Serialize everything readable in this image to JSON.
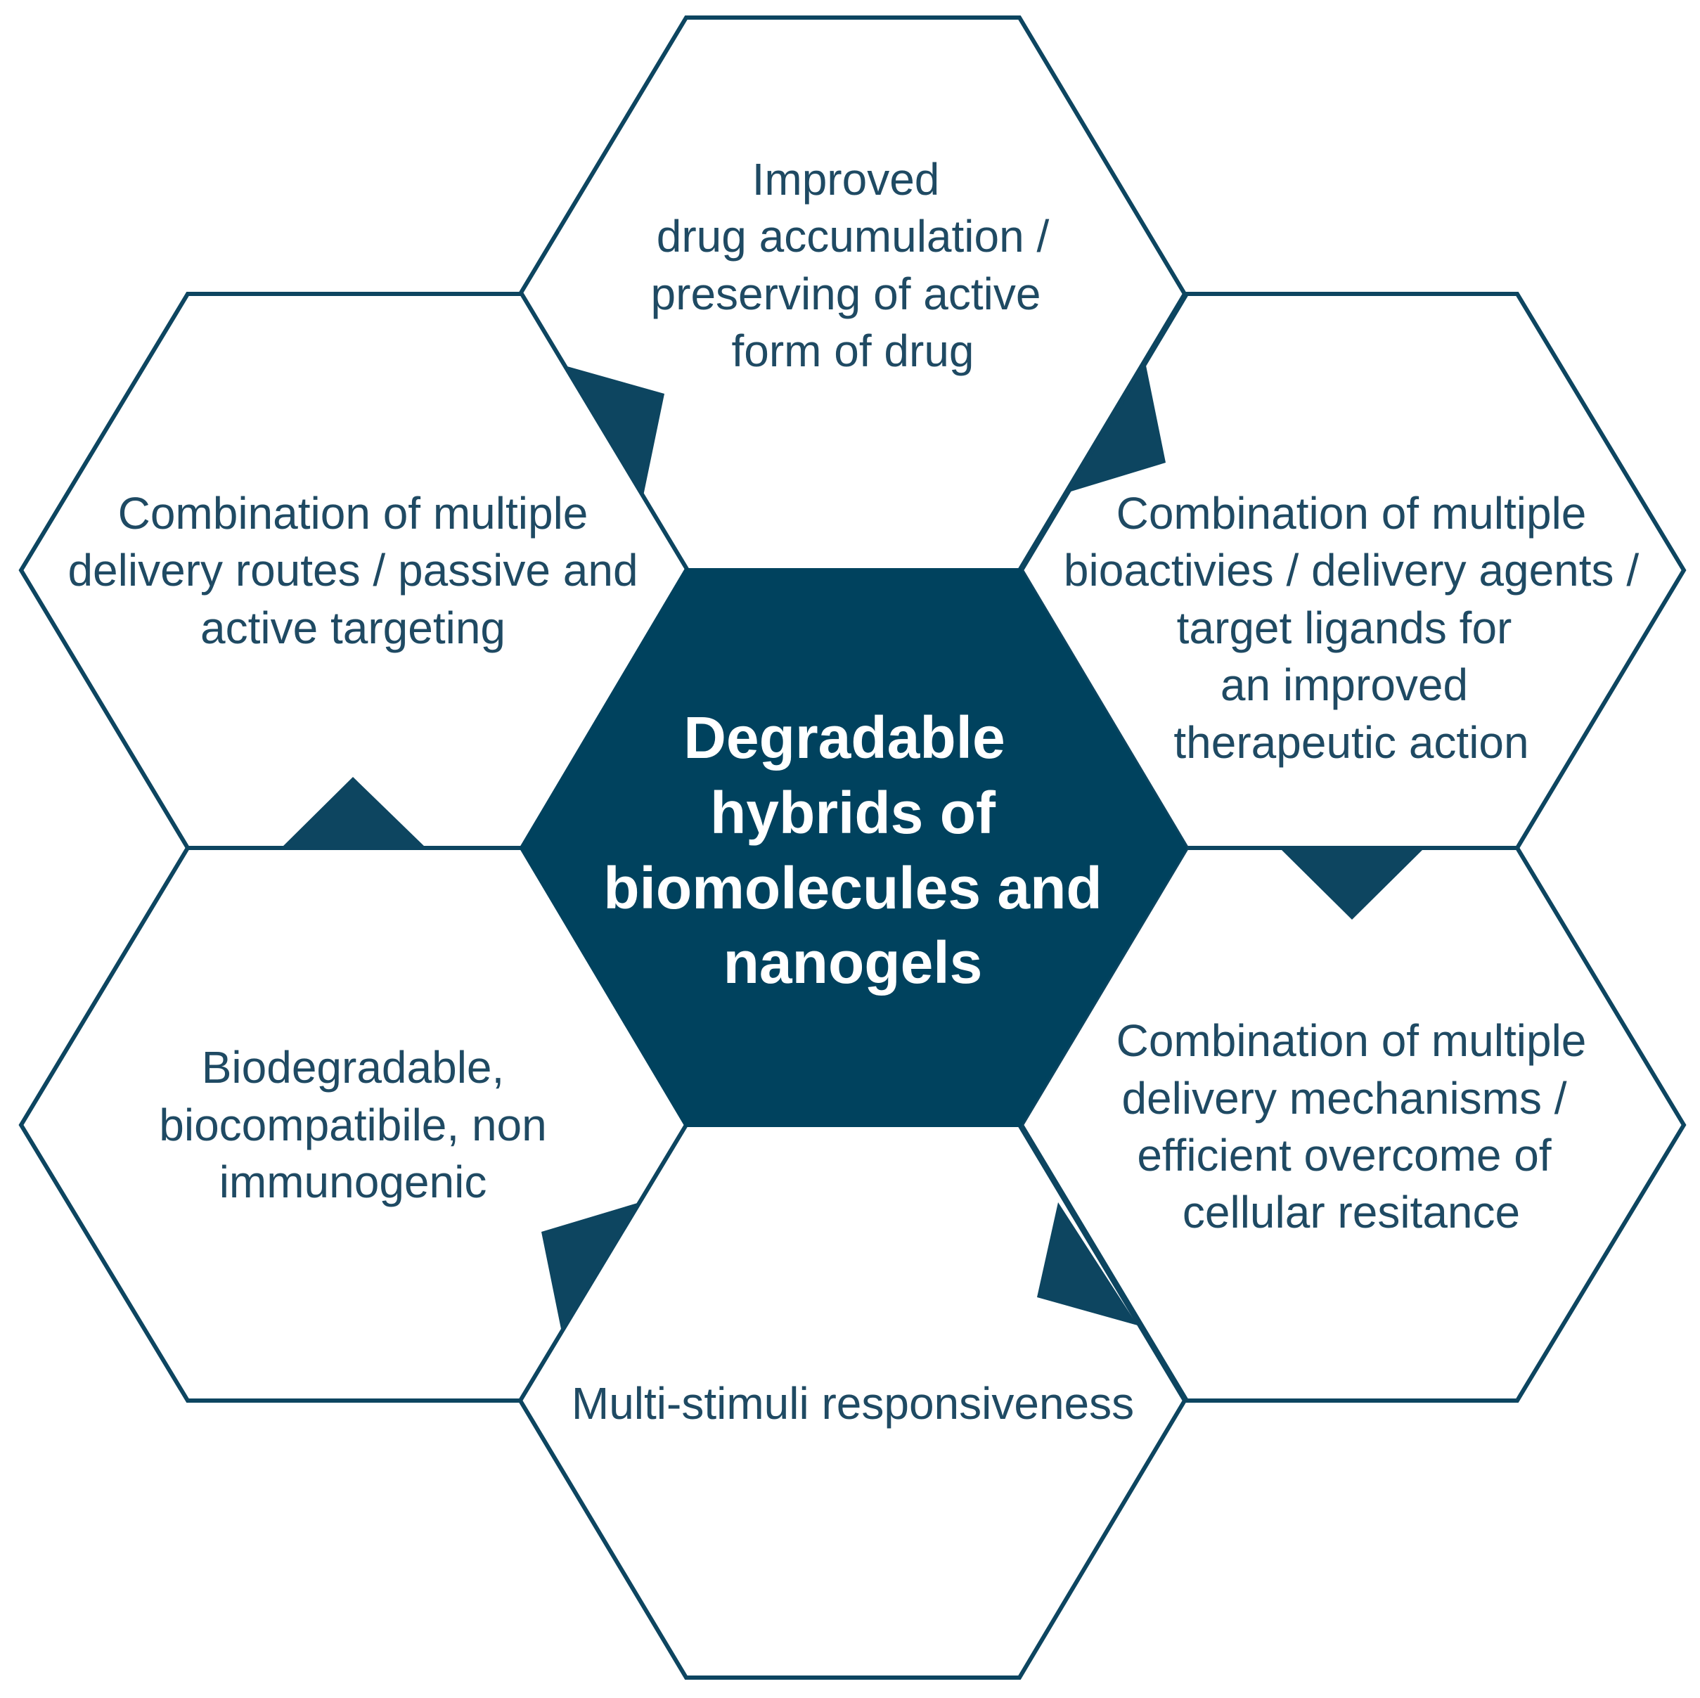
{
  "diagram": {
    "center": {
      "lines": [
        "Degradable",
        "hybrids of",
        "biomolecules and",
        "nanogels"
      ]
    },
    "cells": {
      "top": {
        "lines": [
          "Improved",
          "drug accumulation /",
          "preserving of active",
          "form of drug"
        ]
      },
      "upper_left": {
        "lines": [
          "Combination of multiple",
          "delivery routes / passive and",
          "active targeting"
        ]
      },
      "upper_right": {
        "lines": [
          "Combination of multiple",
          "bioactivies / delivery agents /",
          "target ligands for",
          "an improved",
          "therapeutic action"
        ]
      },
      "lower_left": {
        "lines": [
          "Biodegradable,",
          "biocompatibile, non",
          "immunogenic"
        ]
      },
      "lower_right": {
        "lines": [
          "Combination of multiple",
          "delivery mechanisms /",
          "efficient overcome of",
          "cellular resitance"
        ]
      },
      "bottom": {
        "lines": [
          "Multi-stimuli responsiveness"
        ]
      }
    },
    "colors": {
      "center_fill": "#00425e",
      "outline": "#0d4560",
      "text": "#1f4a63"
    }
  }
}
